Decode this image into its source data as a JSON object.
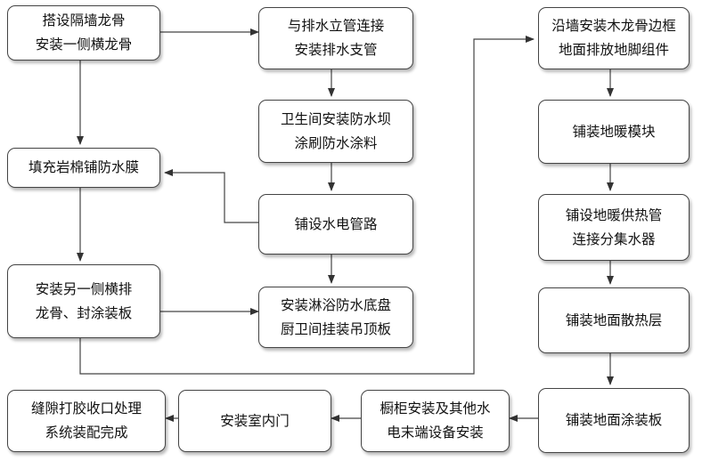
{
  "nodes": {
    "partition_keel": {
      "lines": [
        "搭设隔墙龙骨",
        "安装一侧横龙骨"
      ]
    },
    "fill_rockwool": {
      "lines": [
        "填充岩棉铺防水膜"
      ]
    },
    "other_side_keel": {
      "lines": [
        "安装另一侧横排",
        "龙骨、封涂装板"
      ]
    },
    "drain_connect": {
      "lines": [
        "与排水立管连接",
        "安装排水支管"
      ]
    },
    "waterproof_dam": {
      "lines": [
        "卫生间安装防水坝",
        "涂刷防水涂料"
      ]
    },
    "lay_pipelines": {
      "lines": [
        "铺设水电管路"
      ]
    },
    "shower_tray": {
      "lines": [
        "安装淋浴防水底盘",
        "厨卫间挂装吊顶板"
      ]
    },
    "wood_keel_frame": {
      "lines": [
        "沿墙安装木龙骨边框",
        "地面排放地脚组件"
      ]
    },
    "heating_module": {
      "lines": [
        "铺装地暖模块"
      ]
    },
    "heating_pipe": {
      "lines": [
        "铺设地暖供热管",
        "连接分集水器"
      ]
    },
    "floor_heat_layer": {
      "lines": [
        "铺装地面散热层"
      ]
    },
    "floor_coating": {
      "lines": [
        "铺装地面涂装板"
      ]
    },
    "cabinet_install": {
      "lines": [
        "橱柜安装及其他水",
        "电末端设备安装"
      ]
    },
    "indoor_door": {
      "lines": [
        "安装室内门"
      ]
    },
    "caulk_finish": {
      "lines": [
        "缝隙打胶收口处理",
        "系统装配完成"
      ]
    }
  }
}
